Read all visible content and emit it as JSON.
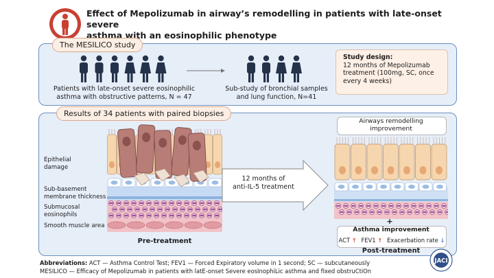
{
  "header": {
    "title_line1": "Effect of Mepolizumab in airway’s remodelling in patients with late-onset severe",
    "title_line2": "asthma with an eosinophilic phenotype",
    "icon": "person-icon"
  },
  "study": {
    "tag": "The MESILICO study",
    "group1_line1": "Patients with late-onset severe eosinophilic",
    "group1_line2": "asthma with obstructive patterns, N = 47",
    "group2_line1": "Sub-study of bronchial samples",
    "group2_line2": "and lung function, N=41",
    "design_title": "Study design:",
    "design_line1": "12 months of Mepolizumab",
    "design_line2": "treatment (100mg, SC, once",
    "design_line3": "every 4 weeks)"
  },
  "results": {
    "tag": "Results of 34 patients with paired biopsies",
    "labels": {
      "epithelial_1": "Epithelial",
      "epithelial_2": "damage",
      "subbasement_1": "Sub-basement",
      "subbasement_2": "membrane thickness",
      "submucosal_1": "Submucosal",
      "submucosal_2": "eosinophils",
      "smooth_muscle": "Smooth muscle area"
    },
    "pre_label": "Pre-treatment",
    "treatment_line1": "12 months of",
    "treatment_line2": "anti-IL-5 treatment",
    "remodel_line1": "Airways remodelling",
    "remodel_line2": "improvement",
    "plus": "+",
    "asthma_title": "Asthma improvement",
    "outcomes": {
      "act": "ACT",
      "fev1": "FEV1",
      "exac": "Exacerbation rate",
      "up_arrow": "↑",
      "down_arrow": "↓"
    },
    "post_label": "Post-treatment"
  },
  "footer": {
    "abbr_label": "Abbreviations:",
    "abbr_text": " ACT — Asthma Control Test; FEV1 — Forced Expiratory volume in 1 second; SC — subcutaneously",
    "line2": "MESILICO — Efficacy of Mepolizumab in patients with latE-onset Severe eosInophiLic asthma and fIxed obstruCtiOn",
    "logo_text": "JACI"
  },
  "colors": {
    "panel_border": "#6a8fc0",
    "panel_fill": "#e6eef8",
    "tag_fill": "#fbeee4",
    "person": "#24324a",
    "healthy_cell": "#f6d6ae",
    "damaged_cell": "#b87d77",
    "eosinophil": "#9a4f91",
    "up_arrow": "#d9503f",
    "down_arrow": "#4a7fc4"
  }
}
